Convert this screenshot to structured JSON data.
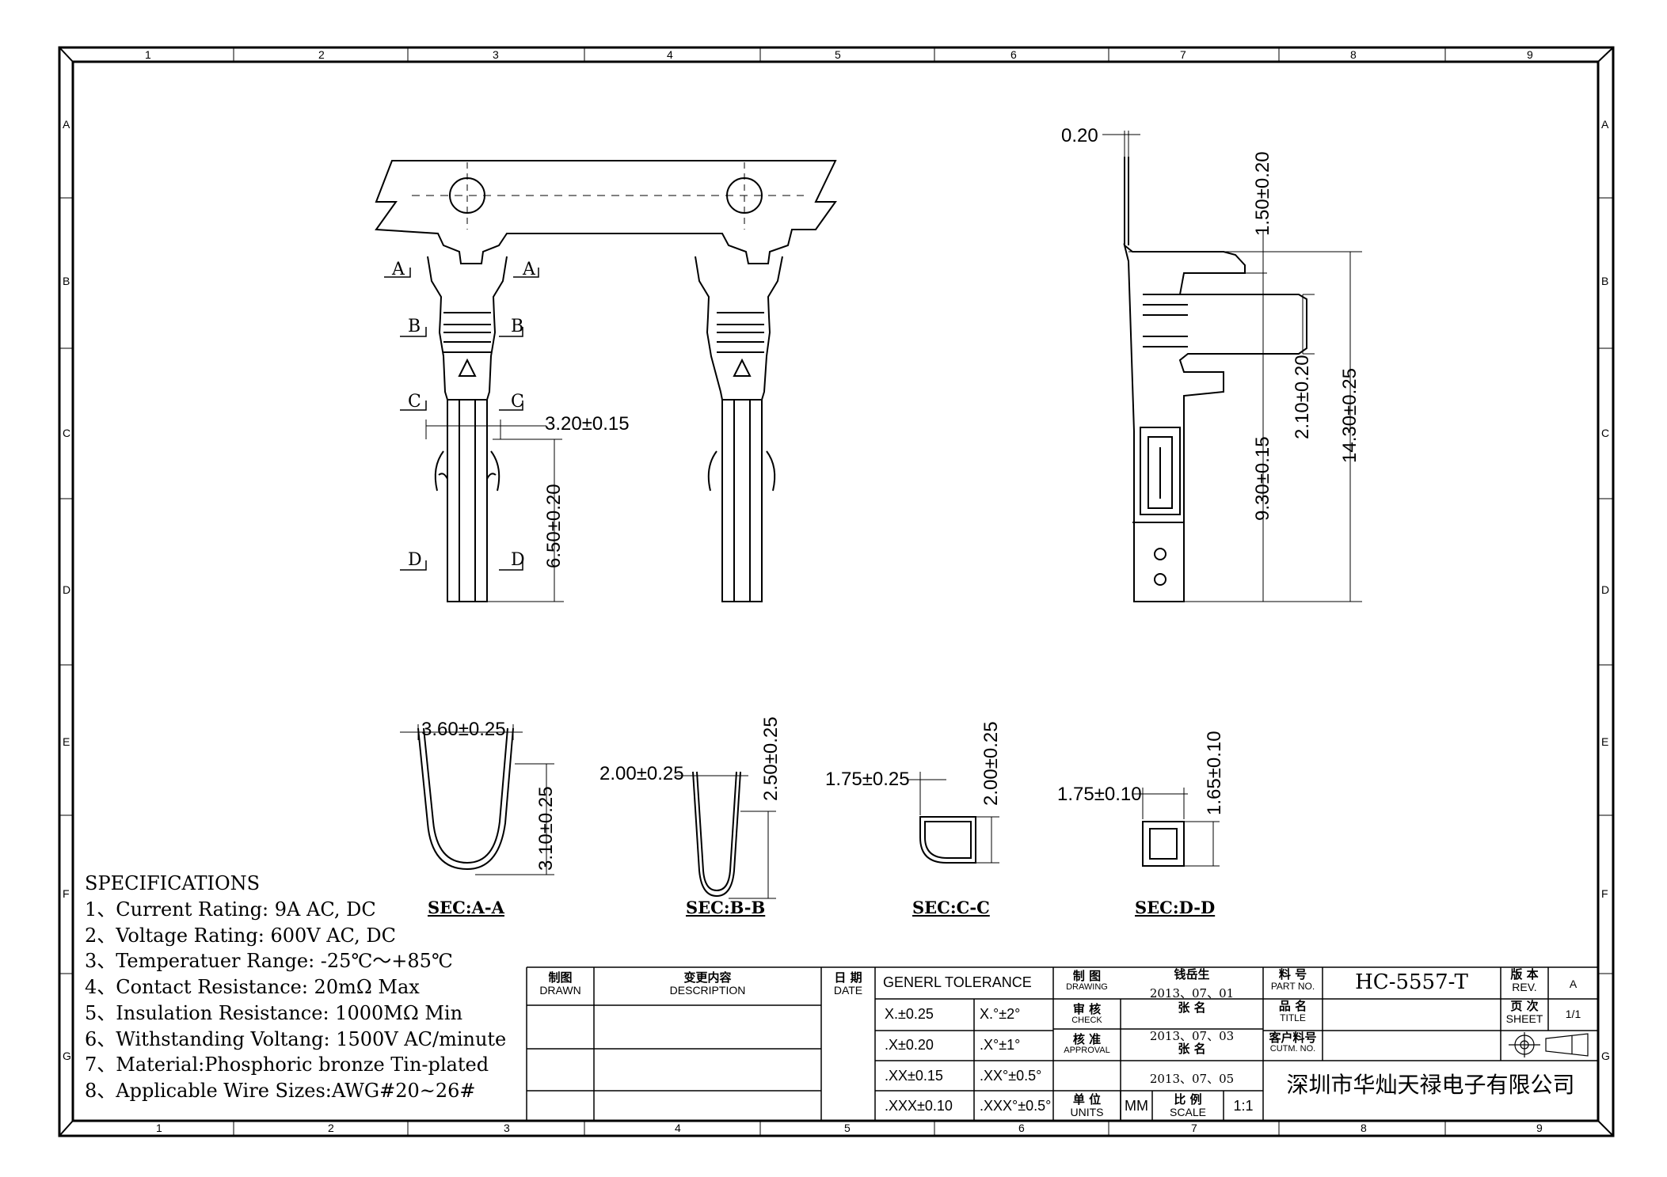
{
  "frame": {
    "top_grid": [
      "1",
      "2",
      "3",
      "4",
      "5",
      "6",
      "7",
      "8",
      "9"
    ],
    "bottom_grid": [
      "1",
      "2",
      "3",
      "4",
      "5",
      "6",
      "7",
      "8",
      "9"
    ],
    "side_grid": [
      "A",
      "B",
      "C",
      "D",
      "E",
      "F",
      "G"
    ]
  },
  "front_view": {
    "section_labels": {
      "a": "A",
      "b": "B",
      "c": "C",
      "d": "D"
    },
    "dim_width": "3.20±0.15",
    "dim_length": "6.50±0.20"
  },
  "side_view": {
    "dim_thickness": "0.20",
    "dim_top": "1.50±0.20",
    "dim_mid": "2.10±0.20",
    "dim_lower": "9.30±0.15",
    "dim_overall": "14.30±0.25"
  },
  "sections": [
    {
      "title": "SEC:A-A",
      "width": "3.60±0.25",
      "height": "3.10±0.25"
    },
    {
      "title": "SEC:B-B",
      "width": "2.00±0.25",
      "height": "2.50±0.25"
    },
    {
      "title": "SEC:C-C",
      "width": "1.75±0.25",
      "height": "2.00±0.25"
    },
    {
      "title": "SEC:D-D",
      "width": "1.75±0.10",
      "height": "1.65±0.10"
    }
  ],
  "specifications": {
    "title": "SPECIFICATIONS",
    "items": [
      "1、Current Rating: 9A AC, DC",
      "2、Voltage Rating: 600V AC, DC",
      "3、Temperatuer Range: -25℃～+85℃",
      "4、Contact Resistance: 20mΩ Max",
      "5、Insulation Resistance: 1000MΩ Min",
      "6、Withstanding Voltang: 1500V AC/minute",
      "7、Material:Phosphoric bronze Tin-plated",
      "8、Applicable Wire Sizes:AWG#20~26#"
    ]
  },
  "title_block": {
    "revision_header": {
      "drawn_cn": "制图",
      "drawn_en": "DRAWN",
      "desc_cn": "变更内容",
      "desc_en": "DESCRIPTION",
      "date_cn": "日 期",
      "date_en": "DATE"
    },
    "tolerance": {
      "title": "GENERL TOLERANCE",
      "rows": [
        [
          "X.±0.25",
          "X.°±2°"
        ],
        [
          ".X±0.20",
          ".X°±1°"
        ],
        [
          ".XX±0.15",
          ".XX°±0.5°"
        ],
        [
          ".XXX±0.10",
          ".XXX°±0.5°"
        ]
      ]
    },
    "approvals": [
      {
        "cn": "制 图",
        "en": "DRAWING",
        "name": "钱岳生",
        "date": "2013、07、01"
      },
      {
        "cn": "审 核",
        "en": "CHECK",
        "name": "张 名",
        "date": "2013、07、03"
      },
      {
        "cn": "核 准",
        "en": "APPROVAL",
        "name": "张 名",
        "date": "2013、07、05"
      }
    ],
    "units_cn": "单 位",
    "units_en": "UNITS",
    "units_value": "MM",
    "scale_cn": "比 例",
    "scale_en": "SCALE",
    "scale_value": "1:1",
    "part_no_cn": "料 号",
    "part_no_en": "PART NO.",
    "part_no": "HC-5557-T",
    "title_cn": "品 名",
    "title_en": "TITLE",
    "cust_cn": "客户料号",
    "cust_en": "CUTM. NO.",
    "rev_cn": "版 本",
    "rev_en": "REV.",
    "rev": "A",
    "sheet_cn": "页 次",
    "sheet_en": "SHEET",
    "sheet": "1/1",
    "company": "深圳市华灿天禄电子有限公司"
  }
}
